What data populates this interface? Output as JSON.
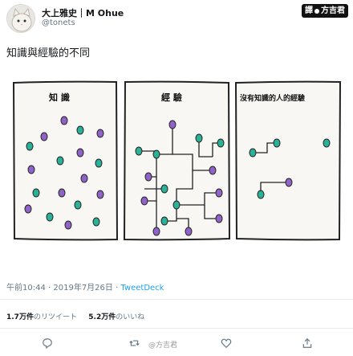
{
  "header": {
    "display_name": "大上雅史｜M Ohue",
    "handle": "@tonets",
    "watermark": "譯",
    "watermark_sub": "方吉君"
  },
  "tweet": {
    "text": "知識與經驗的不同"
  },
  "comic": {
    "panels": [
      {
        "label": "知 識"
      },
      {
        "label": "經 驗"
      },
      {
        "label": "沒有知識的人的經驗"
      }
    ],
    "colors": {
      "teal": "#2bb197",
      "purple": "#8f63c7",
      "line": "#222222"
    }
  },
  "meta": {
    "time": "午前10:44",
    "sep": " · ",
    "date": "2019年7月26日",
    "sep2": " · ",
    "source": "TweetDeck"
  },
  "stats": {
    "retweets_count": "1.7万件",
    "retweets_label": "のリツイート",
    "likes_count": "5.2万件",
    "likes_label": "のいいね"
  },
  "weibo_mark": "@方吉君"
}
